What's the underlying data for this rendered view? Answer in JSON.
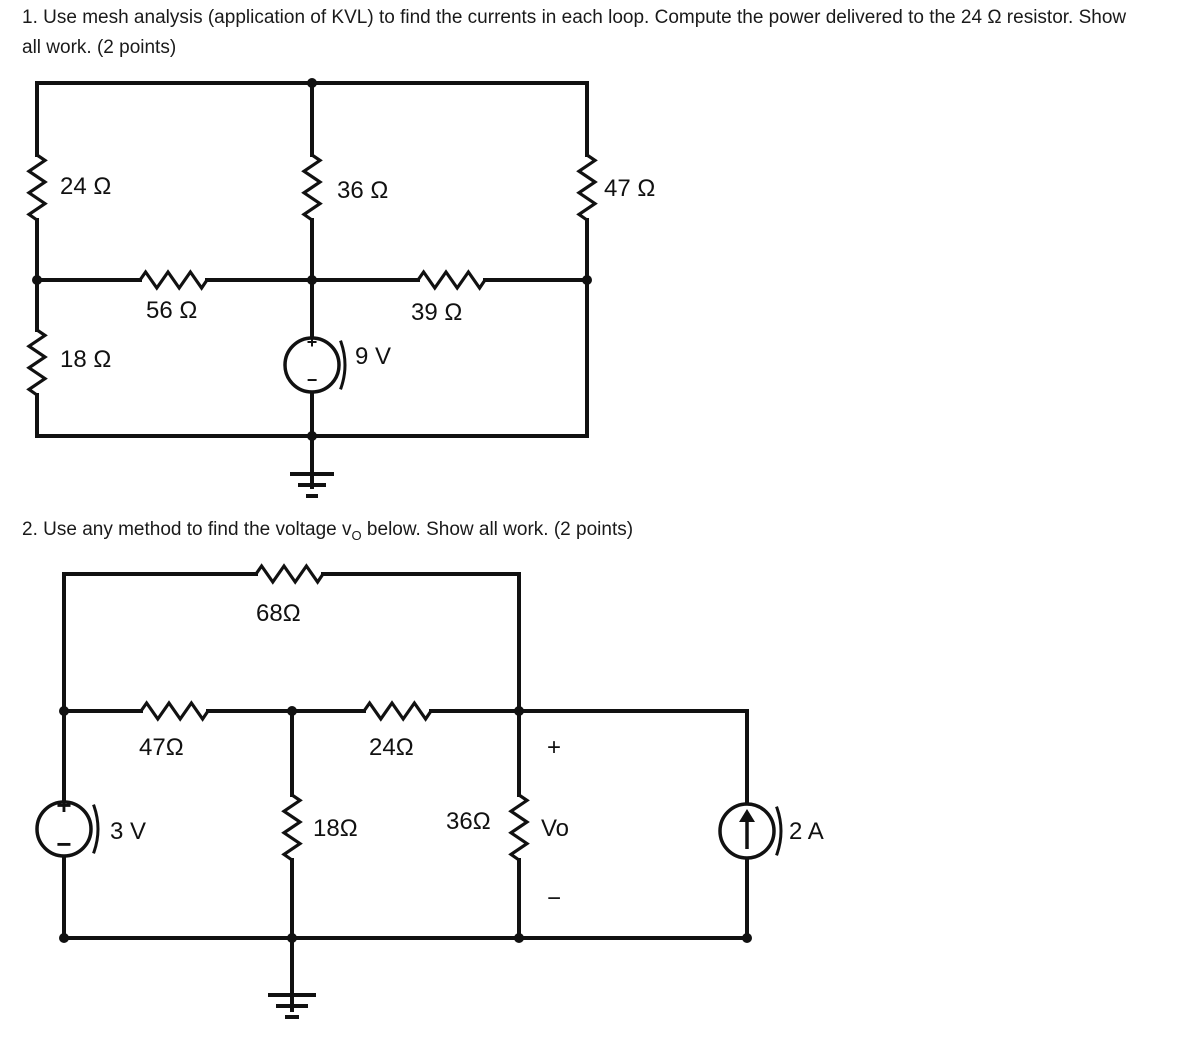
{
  "questions": {
    "q1": "1. Use mesh analysis (application of KVL) to find the currents in each loop. Compute the power delivered to the 24 Ω resistor. Show all work. (2 points)",
    "q2_before": "2. Use any method to find the voltage v",
    "q2_sub": "O",
    "q2_after": " below. Show all work. (2 points)"
  },
  "circuit1": {
    "r_left_top": "24 Ω",
    "r_mid_top": "36 Ω",
    "r_right_top": "47 Ω",
    "r_mid_left": "56 Ω",
    "r_mid_right": "39 Ω",
    "r_left_bottom": "18 Ω",
    "vsource": "9 V",
    "vsource_plus": "+",
    "vsource_minus": "−"
  },
  "circuit2": {
    "r_top": "68Ω",
    "r_left": "47Ω",
    "r_middle": "24Ω",
    "r_vertical_a": "18Ω",
    "r_vertical_b": "36Ω",
    "vsource": "3 V",
    "vsource_plus": "+",
    "vsource_minus": "−",
    "vo_plus": "+",
    "vo_label": "Vo",
    "vo_minus": "−",
    "isource": "2 A"
  }
}
